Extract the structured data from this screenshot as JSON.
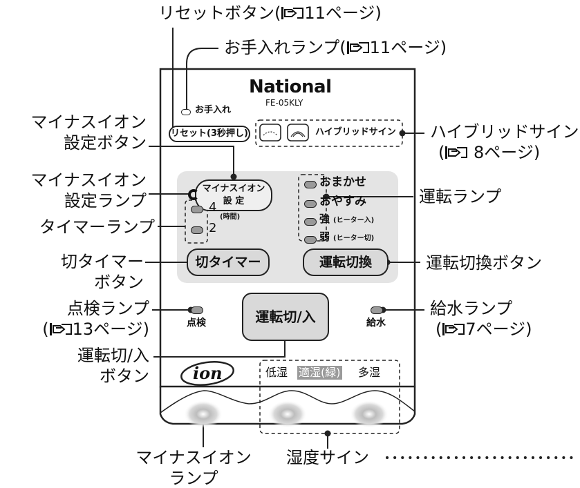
{
  "brand": "National",
  "model": "FE-05KLY",
  "panel": {
    "care_lamp_label": "お手入れ",
    "reset_button_label": "リセット(3秒押し)",
    "hybrid_sign_label": "ハイブリッドサイン",
    "minus_ion_button_line1": "マイナスイオン",
    "minus_ion_button_line2": "設 定",
    "mode_lamps": [
      "おまかせ",
      "おやすみ",
      "強",
      "弱"
    ],
    "mode_lamp_notes": [
      "",
      "",
      "(ヒーター入)",
      "(ヒーター切)"
    ],
    "timer_values": [
      "4",
      "2"
    ],
    "timer_unit": "(時間)",
    "off_timer_button": "切タイマー",
    "mode_switch_button": "運転切換",
    "power_button": "運転切/入",
    "check_lamp_label": "点検",
    "water_lamp_label": "給水",
    "ion_logo": "ion",
    "humidity_levels": [
      "低湿",
      "適湿(緑)",
      "多湿"
    ]
  },
  "callouts": {
    "reset_button": {
      "text": "リセットボタン(",
      "page": "11ページ",
      "close": ")"
    },
    "care_lamp": {
      "text": "お手入れランプ(",
      "page": "11ページ",
      "close": ")"
    },
    "minus_ion_set_button": [
      "マイナスイオン",
      "設定ボタン"
    ],
    "minus_ion_set_lamp": [
      "マイナスイオン",
      "設定ランプ"
    ],
    "timer_lamp": "タイマーランプ",
    "off_timer_button": [
      "切タイマー",
      "ボタン"
    ],
    "check_lamp": {
      "line1": "点検ランプ",
      "open": "(",
      "page": "13ページ",
      "close": ")"
    },
    "power_button": [
      "運転切/入",
      "ボタン"
    ],
    "minus_ion_lamp": [
      "マイナスイオン",
      "ランプ"
    ],
    "humidity_sign": "湿度サイン",
    "hybrid_sign": {
      "line1": "ハイブリッドサイン",
      "open": "(",
      "page": "8ページ",
      "close": ")"
    },
    "operation_lamp": "運転ランプ",
    "mode_switch_button": "運転切換ボタン",
    "water_lamp": {
      "line1": "給水ランプ",
      "open": "(",
      "page": "7ページ",
      "close": ")"
    }
  }
}
